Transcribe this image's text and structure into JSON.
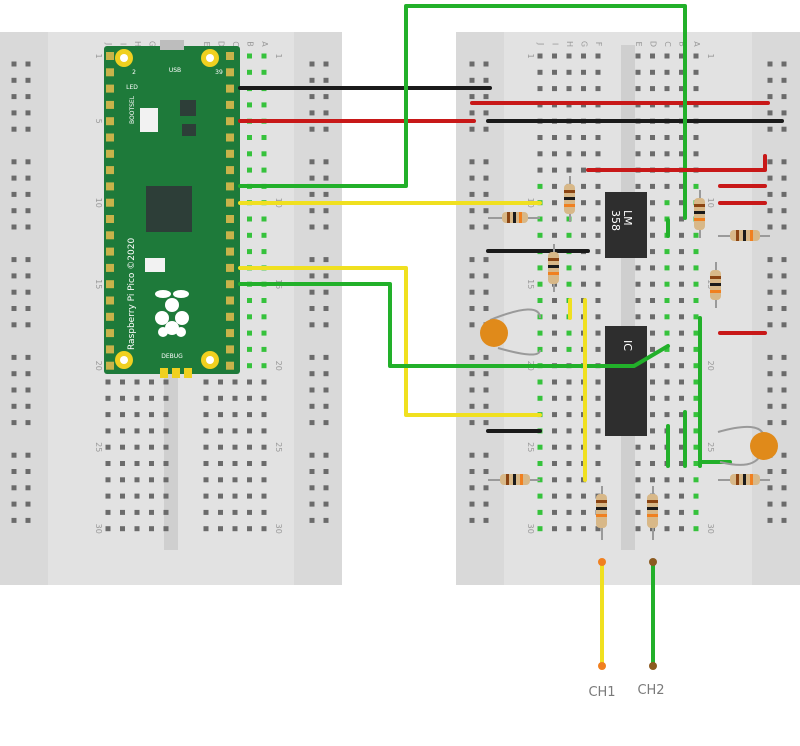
{
  "left_breadboard": {
    "column_letters": [
      "J",
      "I",
      "H",
      "G",
      "F",
      "E",
      "D",
      "C",
      "B",
      "A"
    ],
    "row_numbers": [
      "1",
      "5",
      "10",
      "15",
      "20",
      "25",
      "30"
    ]
  },
  "right_breadboard": {
    "column_letters": [
      "J",
      "I",
      "H",
      "G",
      "F",
      "E",
      "D",
      "C",
      "B",
      "A"
    ],
    "row_numbers": [
      "1",
      "5",
      "10",
      "15",
      "20",
      "25",
      "30"
    ]
  },
  "pico": {
    "name": "Raspberry Pi Pico ©2020",
    "usb_label": "USB",
    "led_label": "LED",
    "bootsel_label": "BOOTSEL",
    "debug_label": "DEBUG",
    "pin_left_top": "2",
    "pin_right_top": "39"
  },
  "chips": [
    {
      "label_line1": "LM",
      "label_line2": "358"
    },
    {
      "label_line1": "IC",
      "label_line2": ""
    }
  ],
  "probes": [
    {
      "label": "CH1",
      "color": "#f0e020"
    },
    {
      "label": "CH2",
      "color": "#22b02a"
    }
  ],
  "colors": {
    "pcb_green": "#1e7a3a",
    "hole_green": "#36c23c",
    "wire_red": "#c81818",
    "wire_black": "#1a1a1a",
    "wire_green": "#22b02a",
    "wire_yellow": "#f0e020",
    "breadboard": "#e4e4e4"
  }
}
